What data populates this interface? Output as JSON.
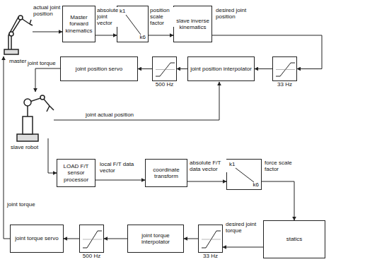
{
  "diagram": {
    "nodes": [
      {
        "text": [
          "Master forward kinematics"
        ]
      },
      {
        "text": [
          "k1",
          "k6"
        ]
      },
      {
        "text": [
          "slave inverse kinematics"
        ]
      },
      {
        "text": [
          "joint position servo"
        ]
      },
      {
        "text": [
          "500 Hz"
        ]
      },
      {
        "text": [
          "joint position interpolator"
        ]
      },
      {
        "text": [
          "33 Hz"
        ]
      },
      {
        "text": [
          "LOAD F/T sensor processor"
        ]
      },
      {
        "text": [
          "coordinate transform"
        ]
      },
      {
        "text": [
          "k1",
          "k6"
        ]
      },
      {
        "text": [
          "joint torque servo"
        ]
      },
      {
        "text": [
          "500 Hz"
        ]
      },
      {
        "text": [
          "joint torque interpolator"
        ]
      },
      {
        "text": [
          "33 Hz"
        ]
      },
      {
        "text": [
          "statics"
        ]
      }
    ],
    "edges": [
      {
        "from": 0,
        "to": 1,
        "label": "absolute joint vector",
        "arrow": "to"
      },
      {
        "from": 1,
        "to": 2,
        "label": "position scale factor",
        "arrow": "to"
      },
      {
        "from": 2,
        "to": 6,
        "label": "desired joint position",
        "arrow": "to"
      },
      {
        "from": 6,
        "to": 5,
        "arrow": "to"
      },
      {
        "from": 5,
        "to": 4,
        "arrow": "to"
      },
      {
        "from": 4,
        "to": 3,
        "arrow": "to"
      },
      {
        "from": 7,
        "to": 8,
        "label": "local F/T data vector",
        "arrow": "to"
      },
      {
        "from": 8,
        "to": 9,
        "label": "absolute F/T data vector",
        "arrow": "to"
      },
      {
        "from": 9,
        "to": 14,
        "label": "force scale factor",
        "arrow": "to"
      },
      {
        "from": 14,
        "to": 13,
        "label": "desired joint torque",
        "arrow": "to"
      },
      {
        "from": 13,
        "to": 12,
        "arrow": "to"
      },
      {
        "from": 12,
        "to": 11,
        "arrow": "to"
      },
      {
        "from": 11,
        "to": 10,
        "arrow": "to"
      }
    ],
    "labels": [
      "master arm",
      "actual joint position",
      "joint torque",
      "slave robot",
      "joint actual position",
      "joint torque"
    ]
  }
}
